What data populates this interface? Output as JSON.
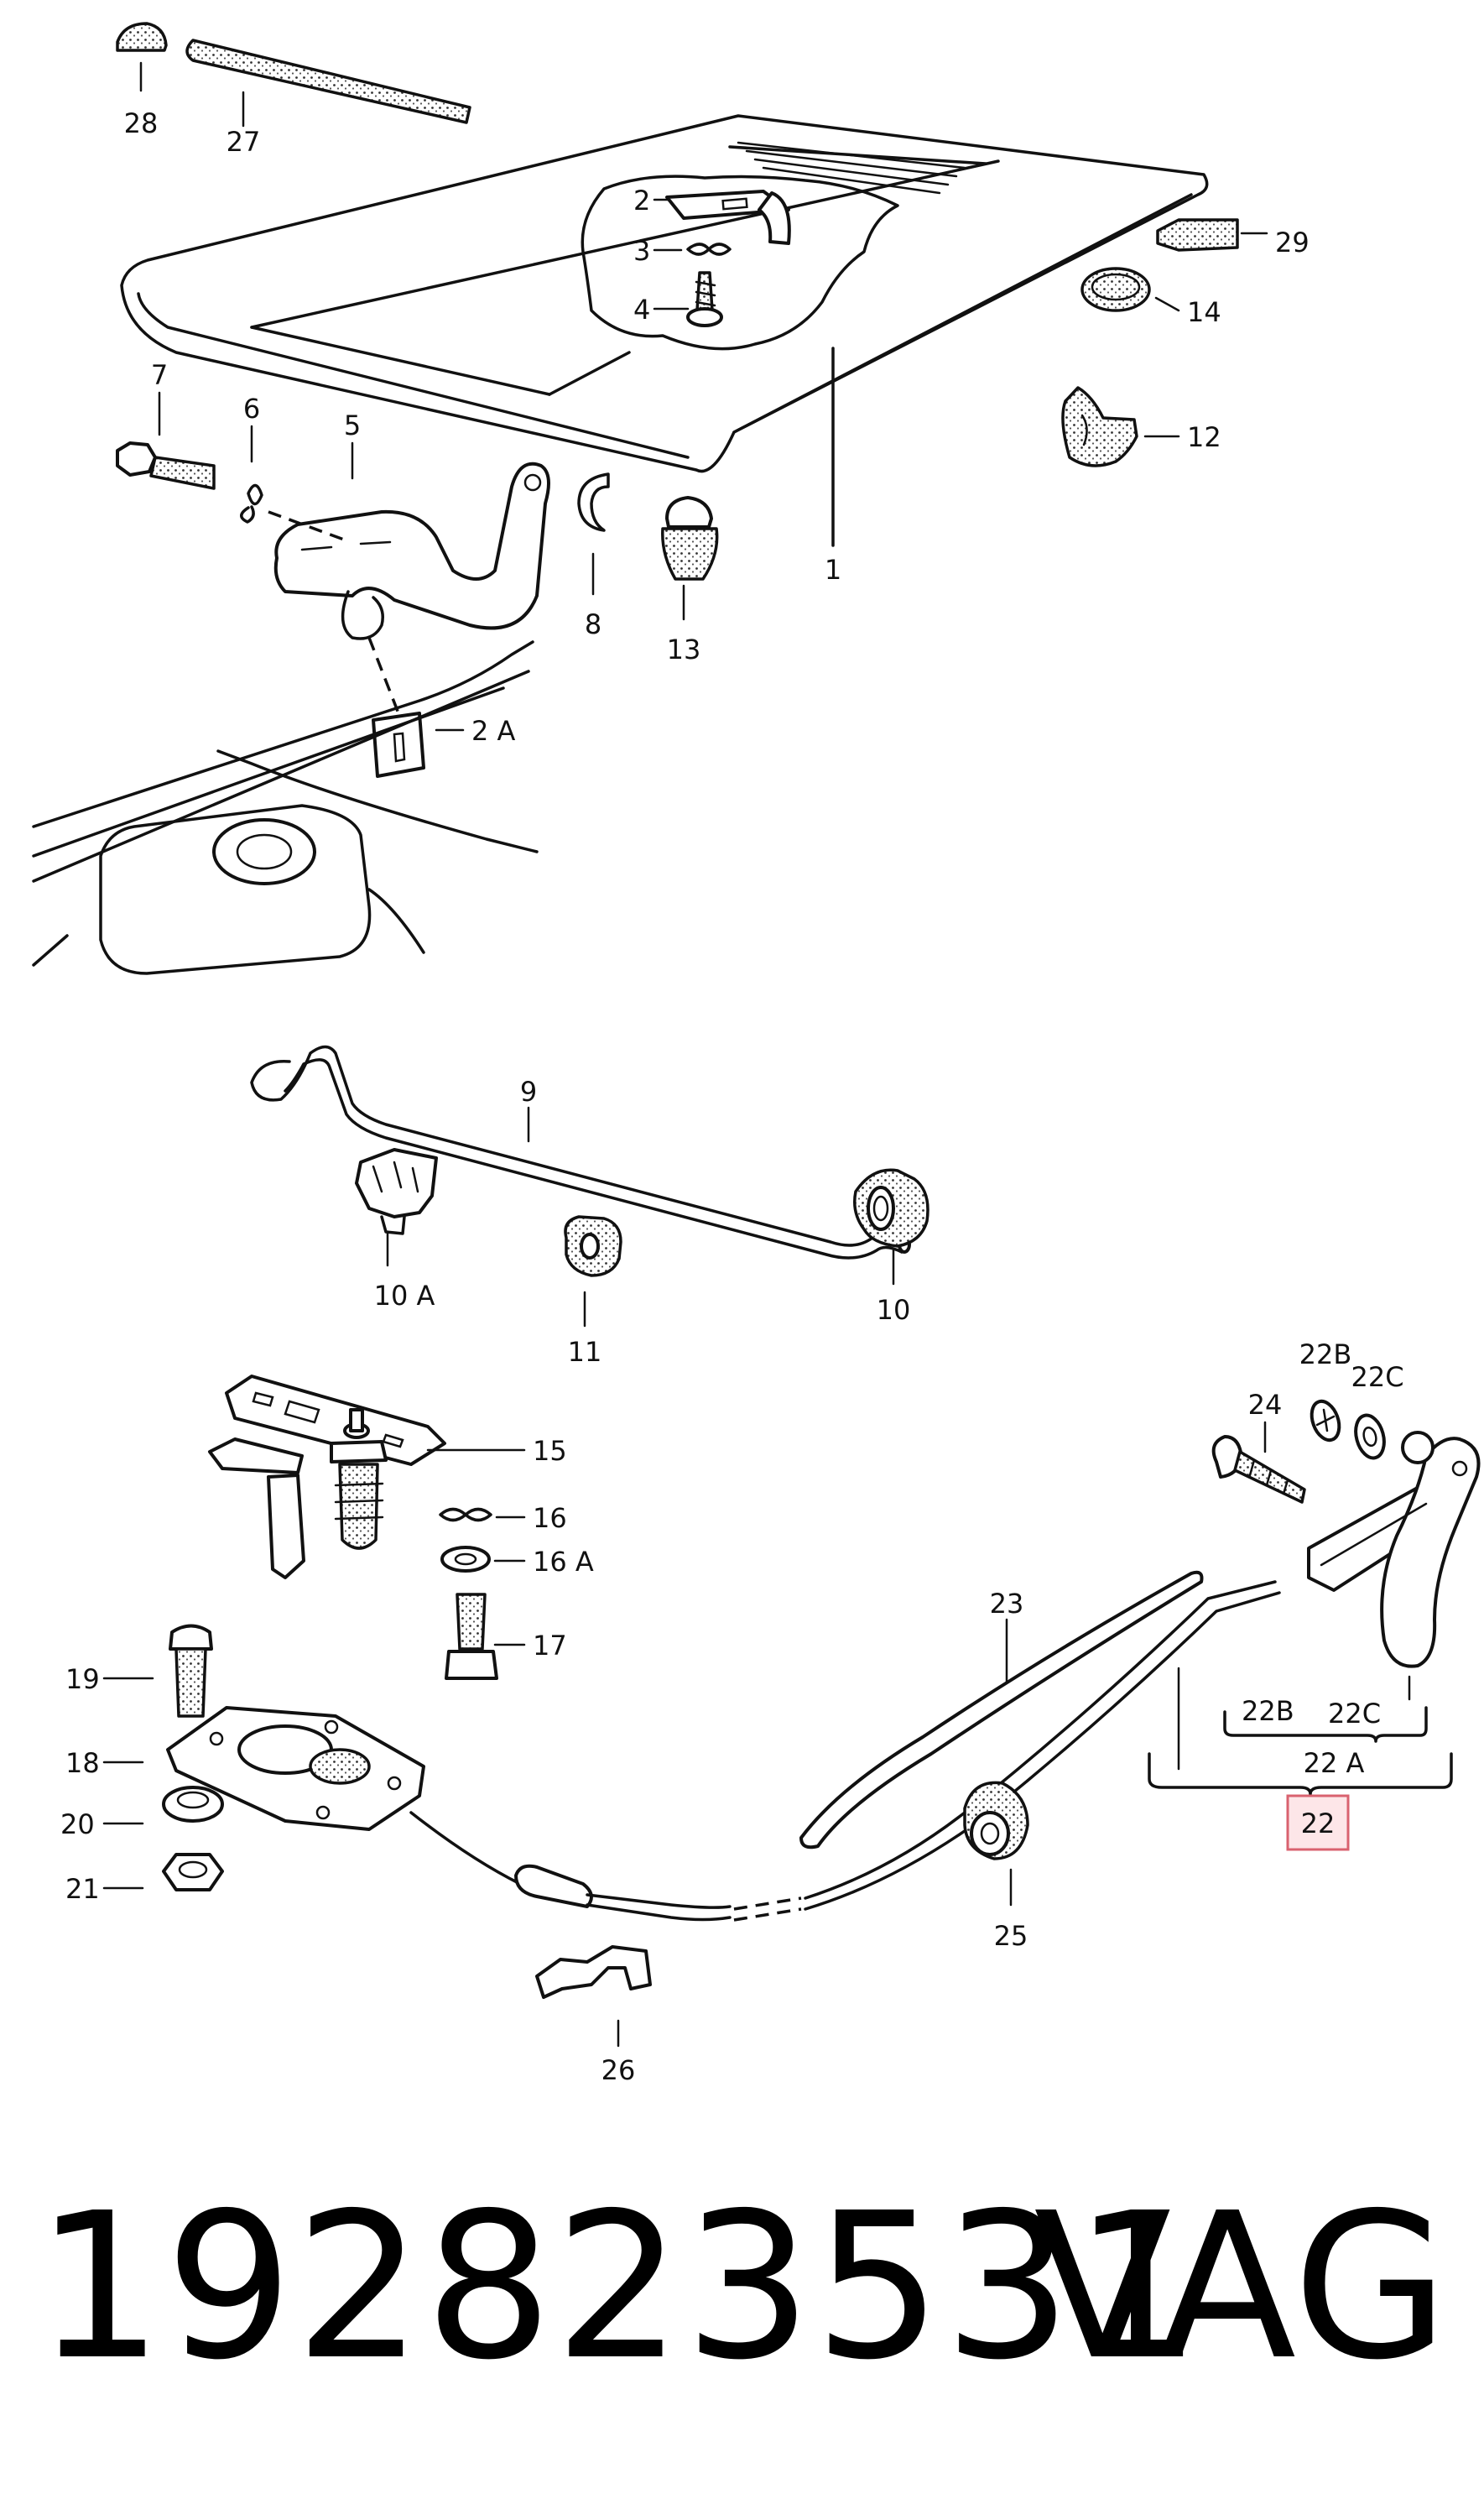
{
  "callouts": {
    "c1": "1",
    "c2": "2",
    "c2a": "2 A",
    "c3": "3",
    "c4": "4",
    "c5": "5",
    "c6": "6",
    "c7": "7",
    "c8": "8",
    "c9": "9",
    "c10": "10",
    "c10a": "10 A",
    "c11": "11",
    "c12": "12",
    "c13": "13",
    "c14": "14",
    "c15": "15",
    "c16": "16",
    "c16a": "16 A",
    "c17": "17",
    "c18": "18",
    "c19": "19",
    "c20": "20",
    "c21": "21",
    "c22": "22",
    "c22a": "22 A",
    "c22b_top": "22B",
    "c22c_top": "22C",
    "c22b": "22B",
    "c22c": "22C",
    "c23": "23",
    "c24": "24",
    "c25": "25",
    "c26": "26",
    "c27": "27",
    "c28": "28",
    "c29": "29"
  },
  "highlight": {
    "callout": "22",
    "fill": "#fde6e8",
    "border": "#d9626f"
  },
  "footer": {
    "part_number": "192823531",
    "brand": "VAG"
  }
}
